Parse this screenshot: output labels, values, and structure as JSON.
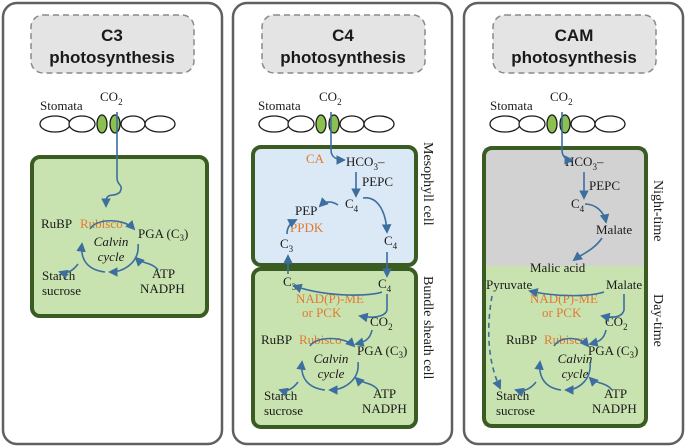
{
  "colors": {
    "panel_border": "#606060",
    "header_fill": "#e4e4e4",
    "cell_fill_green": "#c9e3b0",
    "cell_border_green": "#3a5c23",
    "mesophyll_fill": "#dbe8f5",
    "night_fill": "#d2d2d2",
    "arrow_blue": "#3c6e9f",
    "enzyme_orange": "#e07b2f",
    "guard_cell_green": "#8cc152"
  },
  "panels": {
    "c3": {
      "title_line1": "C3",
      "title_line2": "photosynthesis",
      "stomata": "Stomata",
      "co2": "CO",
      "co2_sub": "2",
      "rubp": "RuBP",
      "rubisco": "Rubisco",
      "pga": "PGA (C",
      "pga_sub": "3",
      "pga_close": ")",
      "calvin_1": "Calvin",
      "calvin_2": "cycle",
      "starch": "Starch",
      "sucrose": "sucrose",
      "atp": "ATP",
      "nadph": "NADPH"
    },
    "c4": {
      "title_line1": "C4",
      "title_line2": "photosynthesis",
      "stomata": "Stomata",
      "co2": "CO",
      "co2_sub": "2",
      "ca": "CA",
      "hco3": "HCO",
      "hco3_sub": "3",
      "hco3_sup": "–",
      "pepc": "PEPC",
      "pep": "PEP",
      "c4_top": "C",
      "c4_top_sub": "4",
      "ppdk": "PPDK",
      "c3_mid": "C",
      "c3_mid_sub": "3",
      "c4_right": "C",
      "c4_right_sub": "4",
      "mesophyll_label": "Mesophyll cell",
      "c3_lower": "C",
      "c3_lower_sub": "3",
      "c4_lower": "C",
      "c4_lower_sub": "4",
      "nadp_me": "NAD(P)-ME",
      "or_pck": "or PCK",
      "co2_inner": "CO",
      "co2_inner_sub": "2",
      "rubp": "RuBP",
      "rubisco": "Rubisco",
      "pga": "PGA (C",
      "pga_sub": "3",
      "pga_close": ")",
      "calvin_1": "Calvin",
      "calvin_2": "cycle",
      "starch": "Starch",
      "sucrose": "sucrose",
      "atp": "ATP",
      "nadph": "NADPH",
      "bundle_label": "Bundle sheath cell"
    },
    "cam": {
      "title_line1": "CAM",
      "title_line2": "photosynthesis",
      "stomata": "Stomata",
      "co2": "CO",
      "co2_sub": "2",
      "hco3": "HCO",
      "hco3_sub": "3",
      "hco3_sup": "–",
      "pepc": "PEPC",
      "c4": "C",
      "c4_sub": "4",
      "malate_night": "Malate",
      "night_label": "Night-time",
      "malic_acid": "Malic acid",
      "pyruvate": "Pyruvate",
      "malate_day": "Malate",
      "nadp_me": "NAD(P)-ME",
      "or_pck": "or PCK",
      "co2_inner": "CO",
      "co2_inner_sub": "2",
      "rubp": "RuBP",
      "rubisco": "Rubisco",
      "pga": "PGA (C",
      "pga_sub": "3",
      "pga_close": ")",
      "calvin_1": "Calvin",
      "calvin_2": "cycle",
      "starch": "Starch",
      "sucrose": "sucrose",
      "atp": "ATP",
      "nadph": "NADPH",
      "day_label": "Day-time"
    }
  }
}
